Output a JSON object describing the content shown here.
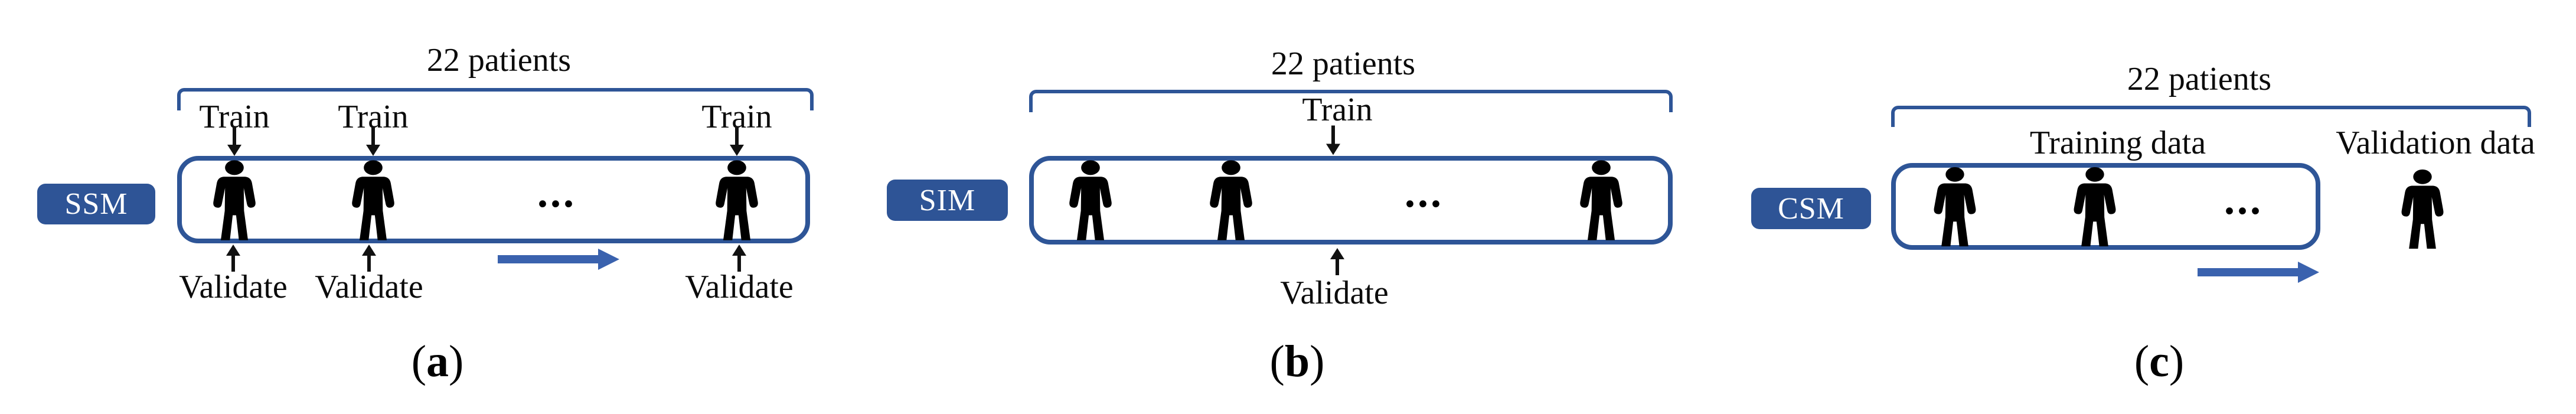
{
  "colors": {
    "diagram_blue": "#2e5597",
    "badge_fill": "#2e5496",
    "arrow_blue": "#3a62ae",
    "figure_black": "#000000",
    "background": "#ffffff"
  },
  "panels": [
    {
      "id": "a",
      "model_label": "SSM",
      "bracket_label": "22 patients",
      "train_labels": [
        "Train",
        "Train",
        "Train"
      ],
      "validate_labels": [
        "Validate",
        "Validate",
        "Validate"
      ],
      "ellipsis": "...",
      "caption": {
        "open": "(",
        "letter": "a",
        "close": ")"
      }
    },
    {
      "id": "b",
      "model_label": "SIM",
      "bracket_label": "22 patients",
      "train_label": "Train",
      "validate_label": "Validate",
      "ellipsis": "...",
      "caption": {
        "open": "(",
        "letter": "b",
        "close": ")"
      }
    },
    {
      "id": "c",
      "model_label": "CSM",
      "bracket_label": "22 patients",
      "training_data_label": "Training data",
      "validation_data_label": "Validation data",
      "ellipsis": "...",
      "caption": {
        "open": "(",
        "letter": "c",
        "close": ")"
      }
    }
  ]
}
